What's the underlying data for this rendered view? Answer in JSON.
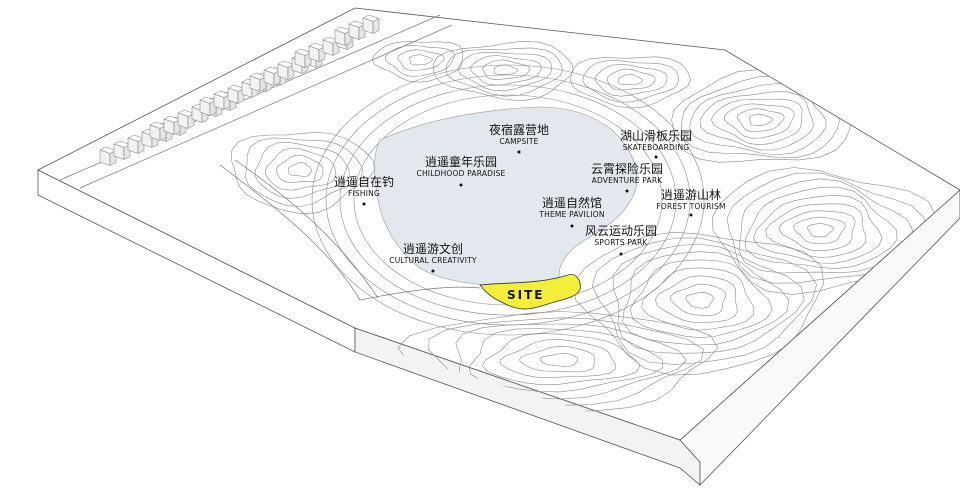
{
  "site": {
    "label": "SITE",
    "color": "#f2ee3a"
  },
  "lake_color": "#e3e8ee",
  "places": [
    {
      "id": "campsite",
      "cn": "夜宿露营地",
      "en": "CAMPSITE"
    },
    {
      "id": "skateboarding",
      "cn": "湖山滑板乐园",
      "en": "SKATEBOARDING"
    },
    {
      "id": "childhood-paradise",
      "cn": "逍遥童年乐园",
      "en": "CHILDHOOD PARADISE"
    },
    {
      "id": "adventure-park",
      "cn": "云霄探险乐园",
      "en": "ADVENTURE PARK"
    },
    {
      "id": "fishing",
      "cn": "逍遥自在钓",
      "en": "FISHING"
    },
    {
      "id": "forest-tourism",
      "cn": "逍遥游山林",
      "en": "FOREST TOURISM"
    },
    {
      "id": "theme-pavilion",
      "cn": "逍遥自然馆",
      "en": "THEME PAVILION"
    },
    {
      "id": "sports-park",
      "cn": "风云运动乐园",
      "en": "SPORTS PARK"
    },
    {
      "id": "cultural-creativity",
      "cn": "逍遥游文创",
      "en": "CULTURAL CREATIVITY"
    }
  ]
}
